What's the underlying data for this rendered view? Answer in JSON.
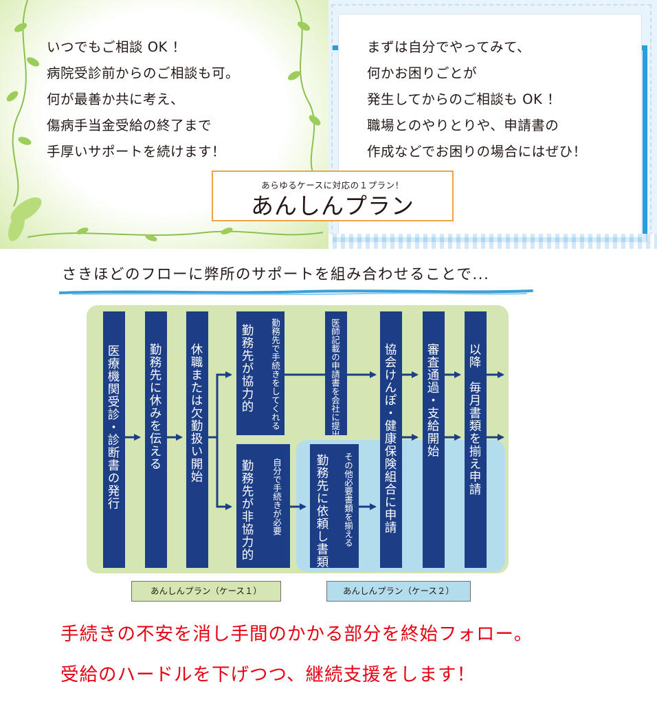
{
  "left_panel": {
    "lines": [
      "いつでもご相談 OK ！",
      "病院受診前からのご相談も可。",
      "何が最善か共に考え、",
      "傷病手当金受給の終了まで",
      "手厚いサポートを続けます！"
    ]
  },
  "right_panel": {
    "lines": [
      "まずは自分でやってみて、",
      "何かお困りごとが",
      "発生してからのご相談も OK ！",
      "職場とのやりとりや、申請書の",
      "作成などでお困りの場合にはぜひ！"
    ]
  },
  "plan_box": {
    "subtitle": "あらゆるケースに対応の１プラン！",
    "title": "あんしんプラン"
  },
  "heading": "さきほどのフローに弊所のサポートを組み合わせることで...",
  "flow": {
    "steps": [
      "医療機関受診・診断書の発行",
      "勤務先に休みを伝える",
      "休職または欠勤扱い開始",
      "勤務先が協力的",
      "勤務先で手続きをしてくれる",
      "医師記載の申請書を会社に提出",
      "勤務先が非協力的",
      "自分で手続きが必要",
      "勤務先に依頼し書類入手",
      "その他必要書類を揃える",
      "協会けんぽ・健康保険組合に申請",
      "審査通過・支給開始",
      "以降　毎月書類を揃え申請"
    ],
    "legend_case1": "あんしんプラン（ケース１）",
    "legend_case2": "あんしんプラン（ケース２）"
  },
  "closing": {
    "line1": "手続きの不安を消し手間のかかる部分を終始フォロー。",
    "line2": "受給のハードルを下げつつ、継続支援をします！"
  },
  "colors": {
    "navy": "#1c3e86",
    "green_bg": "#d6e6b2",
    "blue_bg": "#b3ddec",
    "accent_orange": "#f0a145",
    "frame_blue": "#2b9cdc",
    "closing_red": "#e60012"
  }
}
